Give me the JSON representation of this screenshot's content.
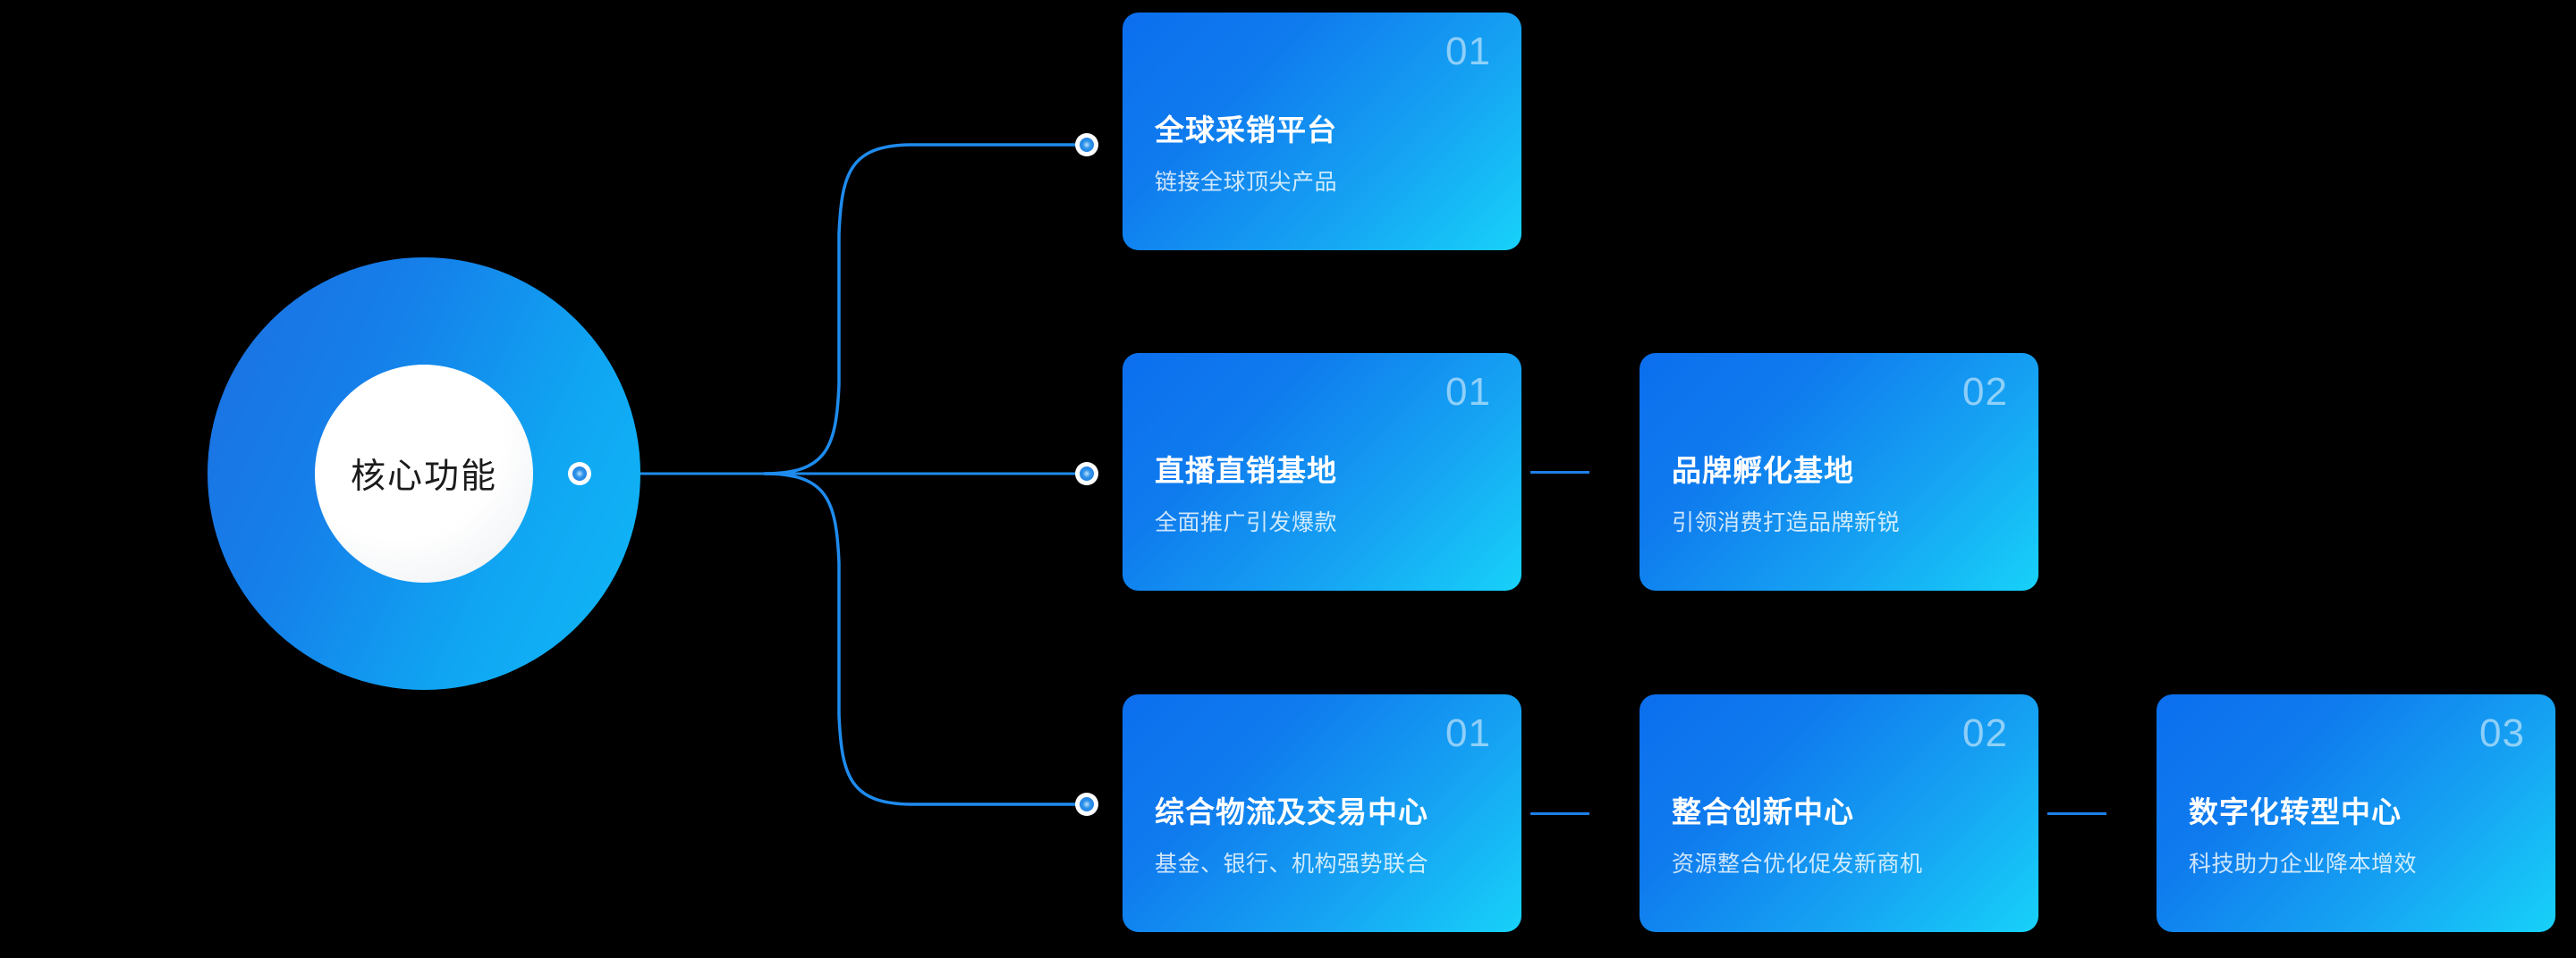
{
  "diagram": {
    "type": "radial-branch-tree",
    "background_color": "#000000",
    "accent_color": "#1E8BEE",
    "hub": {
      "label": "核心功能",
      "ring_gradient_from": "#1C6FE0",
      "ring_gradient_to": "#0FB9F7",
      "core_color": "#FFFFFF",
      "label_color": "#1B1B1B"
    },
    "connectors": {
      "line_color": "#1E8BEE",
      "node_icon": "connector-node-dot",
      "branch_count": 3,
      "inter_card_link_color": "#1E7FE8"
    },
    "card_gradient_from": "#0C6FEE",
    "card_gradient_to": "#17D2F9",
    "number_color": "rgba(255,255,255,0.52)",
    "title_color": "#FFFFFF",
    "subtitle_color": "rgba(255,255,255,0.80)",
    "branches": [
      {
        "branch_id": "branch-1",
        "cards": [
          {
            "number": "01",
            "title": "全球采销平台",
            "subtitle": "链接全球顶尖产品"
          }
        ]
      },
      {
        "branch_id": "branch-2",
        "cards": [
          {
            "number": "01",
            "title": "直播直销基地",
            "subtitle": "全面推广引发爆款"
          },
          {
            "number": "02",
            "title": "品牌孵化基地",
            "subtitle": "引领消费打造品牌新锐"
          }
        ]
      },
      {
        "branch_id": "branch-3",
        "cards": [
          {
            "number": "01",
            "title": "综合物流及交易中心",
            "subtitle": "基金、银行、机构强势联合"
          },
          {
            "number": "02",
            "title": "整合创新中心",
            "subtitle": "资源整合优化促发新商机"
          },
          {
            "number": "03",
            "title": "数字化转型中心",
            "subtitle": "科技助力企业降本增效"
          }
        ]
      }
    ]
  }
}
